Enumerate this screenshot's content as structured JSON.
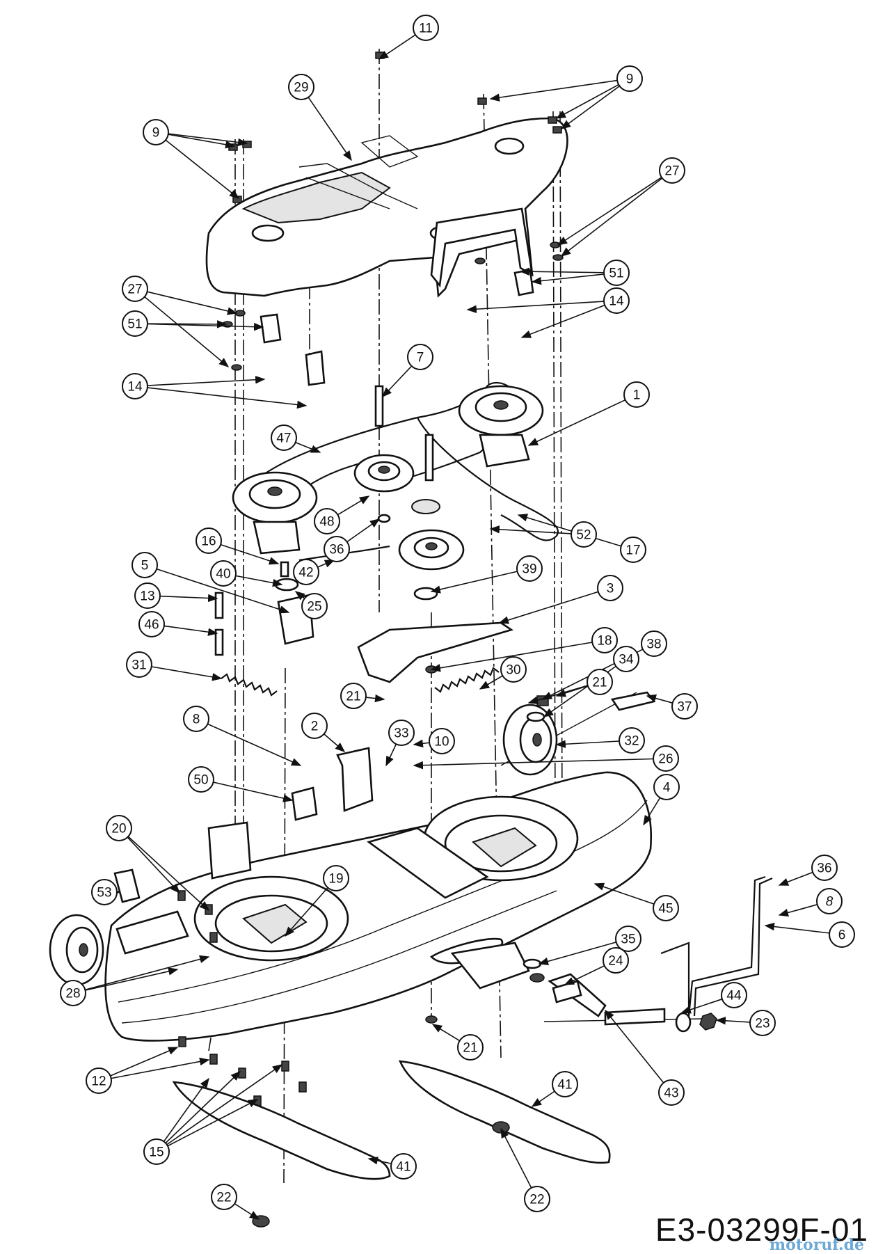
{
  "drawing_code": "E3-03299F-01",
  "watermark": "motoruf.de",
  "callouts": [
    {
      "label": "11"
    },
    {
      "label": "29"
    },
    {
      "label": "9"
    },
    {
      "label": "9"
    },
    {
      "label": "27"
    },
    {
      "label": "51"
    },
    {
      "label": "14"
    },
    {
      "label": "27"
    },
    {
      "label": "51"
    },
    {
      "label": "14"
    },
    {
      "label": "7"
    },
    {
      "label": "1"
    },
    {
      "label": "47"
    },
    {
      "label": "48"
    },
    {
      "label": "36"
    },
    {
      "label": "52"
    },
    {
      "label": "17"
    },
    {
      "label": "16"
    },
    {
      "label": "5"
    },
    {
      "label": "40"
    },
    {
      "label": "42"
    },
    {
      "label": "25"
    },
    {
      "label": "39"
    },
    {
      "label": "3"
    },
    {
      "label": "13"
    },
    {
      "label": "46"
    },
    {
      "label": "31"
    },
    {
      "label": "18"
    },
    {
      "label": "21"
    },
    {
      "label": "38"
    },
    {
      "label": "34"
    },
    {
      "label": "30"
    },
    {
      "label": "21"
    },
    {
      "label": "37"
    },
    {
      "label": "8"
    },
    {
      "label": "2"
    },
    {
      "label": "33"
    },
    {
      "label": "10"
    },
    {
      "label": "32"
    },
    {
      "label": "26"
    },
    {
      "label": "50"
    },
    {
      "label": "4"
    },
    {
      "label": "20"
    },
    {
      "label": "19"
    },
    {
      "label": "53"
    },
    {
      "label": "45"
    },
    {
      "label": "36"
    },
    {
      "label": "8"
    },
    {
      "label": "6"
    },
    {
      "label": "35"
    },
    {
      "label": "28"
    },
    {
      "label": "24"
    },
    {
      "label": "44"
    },
    {
      "label": "23"
    },
    {
      "label": "21"
    },
    {
      "label": "43"
    },
    {
      "label": "12"
    },
    {
      "label": "41"
    },
    {
      "label": "15"
    },
    {
      "label": "41"
    },
    {
      "label": "22"
    },
    {
      "label": "22"
    }
  ]
}
